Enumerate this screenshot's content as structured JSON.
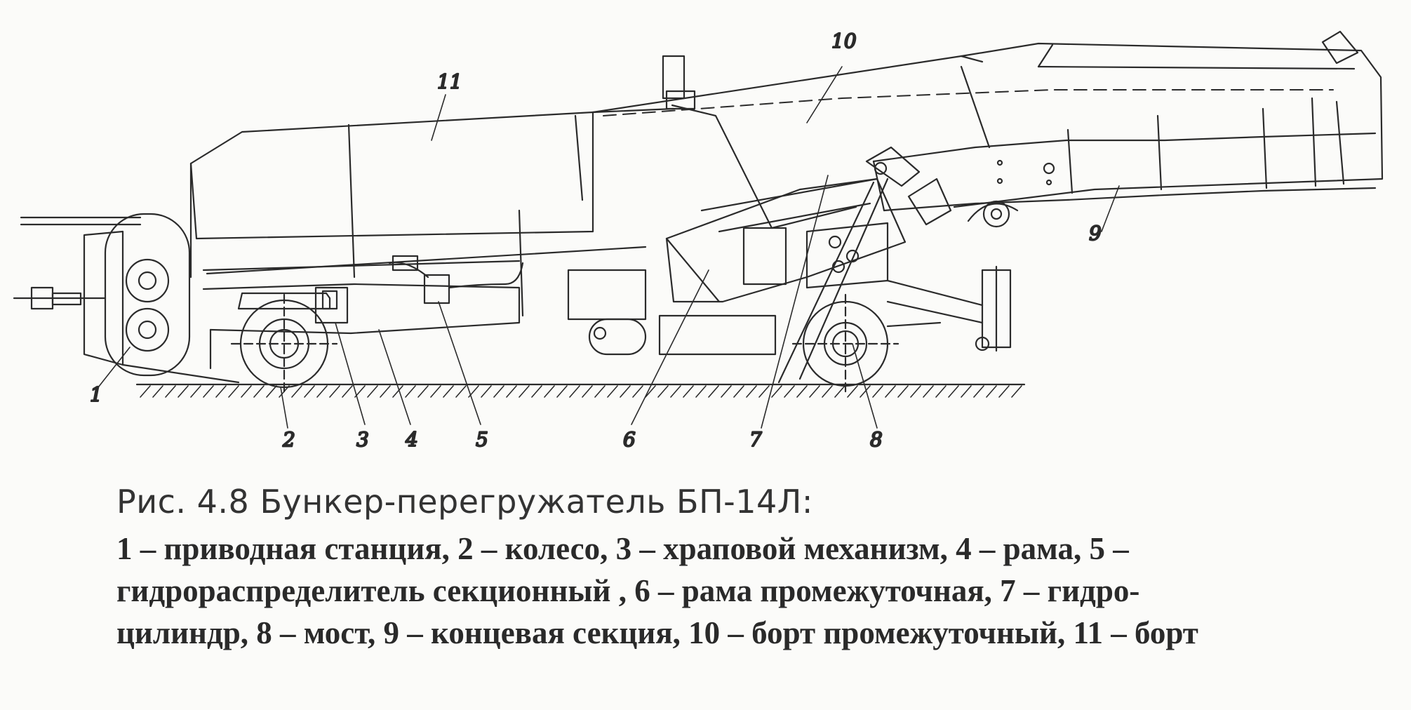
{
  "figure": {
    "callouts": [
      "1",
      "2",
      "3",
      "4",
      "5",
      "6",
      "7",
      "8",
      "9",
      "10",
      "11"
    ]
  },
  "caption": {
    "title": "Рис. 4.8  Бункер-перегружатель БП-14Л:",
    "legend": "1 – приводная станция, 2 – колесо, 3 – храповой механизм, 4 – рама, 5 – гидрораспределитель секционный , 6 – рама промежуточная, 7 – гидро-цилиндр, 8 – мост, 9 – концевая секция, 10 – борт промежуточный, 11 – борт"
  }
}
